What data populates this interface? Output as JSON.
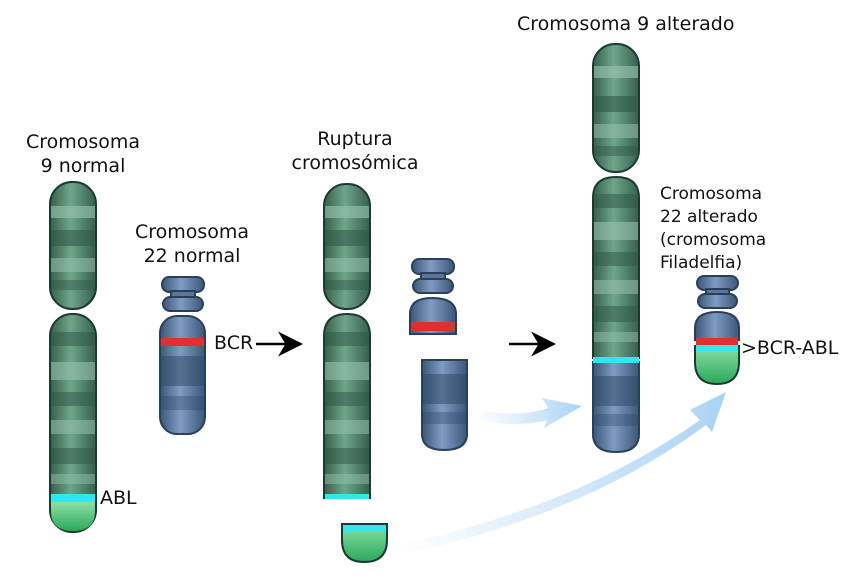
{
  "labels": {
    "chr9_normal": [
      "Cromosoma",
      "9 normal"
    ],
    "chr22_normal": [
      "Cromosoma",
      "22 normal"
    ],
    "rupture": [
      "Ruptura",
      "cromosómica"
    ],
    "chr9_altered": "Cromosoma 9 alterado",
    "chr22_altered": [
      "Cromosoma",
      "22 alterado",
      "(cromosoma",
      "Filadelfia)"
    ],
    "abl": "ABL",
    "bcr": "BCR",
    "bcr_abl": ">BCR-ABL"
  },
  "colors": {
    "chr9_light": "#7fb59b",
    "chr9_band": "#4f8067",
    "chr9_dark": "#2c5544",
    "chr22_light": "#7f9cc0",
    "chr22_band": "#4d6788",
    "chr22_dark": "#3a5270",
    "abl_band": "#33e6ec",
    "bcr_band": "#e0302a",
    "abl_tip": "#3ab86a",
    "arrow_black": "#000000",
    "arrow_blue": "#bcdcf5"
  },
  "icons": {
    "process_arrow": "right-arrow-icon",
    "transfer_arrow": "curved-arrow-icon"
  }
}
